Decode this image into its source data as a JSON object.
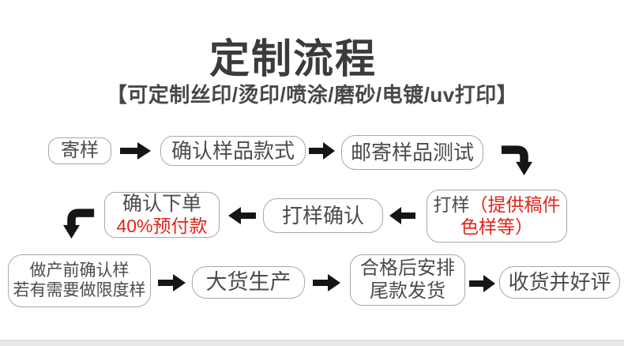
{
  "header": {
    "title": "定制流程",
    "subtitle": "【可定制丝印/烫印/喷涂/磨砂/电镀/uv打印】"
  },
  "nodes": {
    "send_sample": {
      "label": "寄样"
    },
    "confirm_style": {
      "label": "确认样品款式"
    },
    "mail_test": {
      "label": "邮寄样品测试"
    },
    "proofing": {
      "label_black": "打样",
      "label_red_line1": "（提供稿件",
      "label_red_line2": "色样等）"
    },
    "proof_confirm": {
      "label": "打样确认"
    },
    "confirm_order": {
      "line1": "确认下单",
      "line2": "40%预付款"
    },
    "pre_production": {
      "line1": "做产前确认样",
      "line2": "若有需要做限度样"
    },
    "mass_production": {
      "label": "大货生产"
    },
    "qualified_ship": {
      "line1": "合格后安排",
      "line2": "尾款发货"
    },
    "receive_review": {
      "label": "收货并好评"
    }
  },
  "connectors": [
    "right",
    "right",
    "corner-down-right",
    "left",
    "left",
    "corner-down-left",
    "right",
    "right",
    "right"
  ],
  "colors": {
    "accent_red": "#e2231a",
    "arrow_black": "#151515",
    "box_border": "#a8a8a8",
    "text_dark": "#4c4c4c",
    "title_dark": "#3b3b3b"
  }
}
